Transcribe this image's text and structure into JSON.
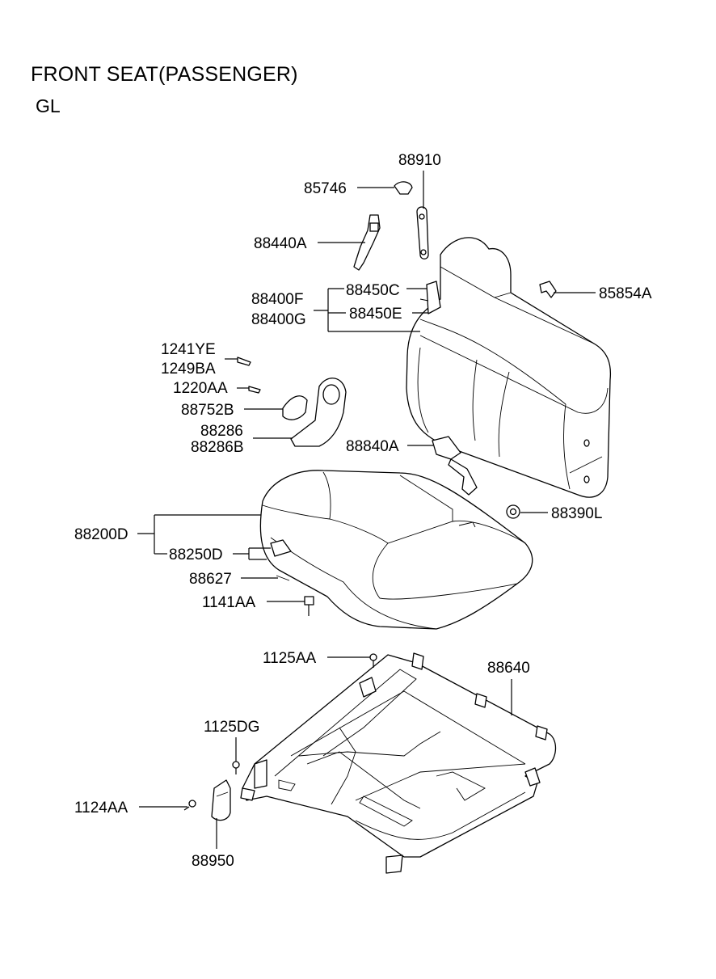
{
  "header": {
    "title": "FRONT SEAT(PASSENGER)",
    "subtitle": "GL"
  },
  "parts": {
    "p88910": "88910",
    "p85746": "85746",
    "p88440A": "88440A",
    "p85854A": "85854A",
    "p88400F": "88400F",
    "p88400G": "88400G",
    "p88450C": "88450C",
    "p88450E": "88450E",
    "p1241YE": "1241YE",
    "p1249BA": "1249BA",
    "p1220AA": "1220AA",
    "p88752B": "88752B",
    "p88286": "88286",
    "p88286B": "88286B",
    "p88840A": "88840A",
    "p88390L": "88390L",
    "p88200D": "88200D",
    "p88250D": "88250D",
    "p88627": "88627",
    "p1141AA": "1141AA",
    "p1125AA": "1125AA",
    "p88640": "88640",
    "p1125DG": "1125DG",
    "p1124AA": "1124AA",
    "p88950": "88950"
  }
}
